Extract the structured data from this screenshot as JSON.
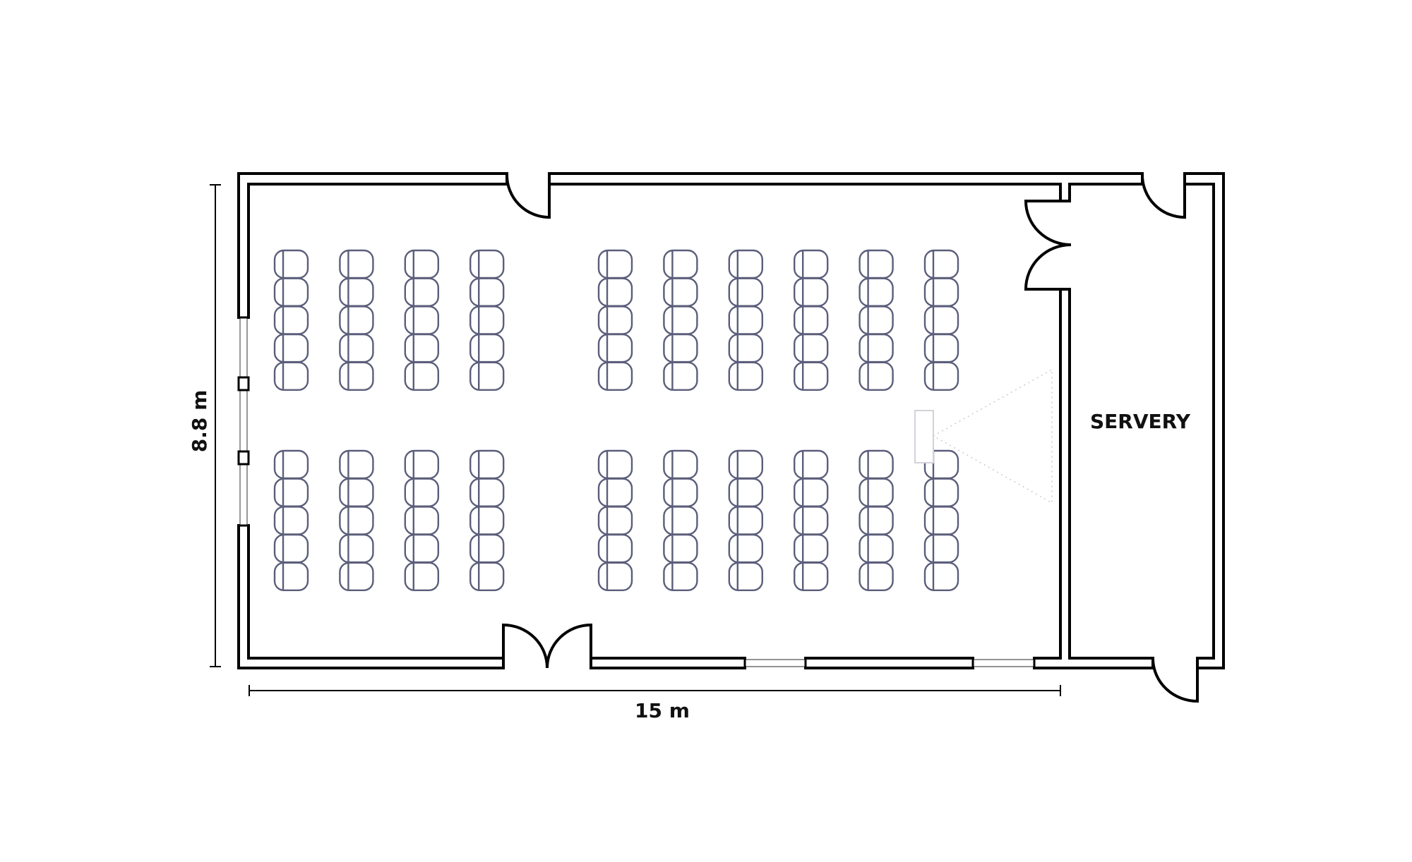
{
  "labels": {
    "servery": "SERVERY",
    "width_dimension": "15 m",
    "height_dimension": "8.8 m"
  },
  "seating": {
    "blocks": [
      {
        "name": "front-left",
        "columns": 4,
        "rows": 5
      },
      {
        "name": "front-right",
        "columns": 6,
        "rows": 5
      },
      {
        "name": "back-left",
        "columns": 4,
        "rows": 5
      },
      {
        "name": "back-right",
        "columns": 6,
        "rows": 5
      }
    ]
  },
  "colors": {
    "walls": "#000000",
    "chairs": "#5b5e7a",
    "projector": "#d2d2da"
  }
}
